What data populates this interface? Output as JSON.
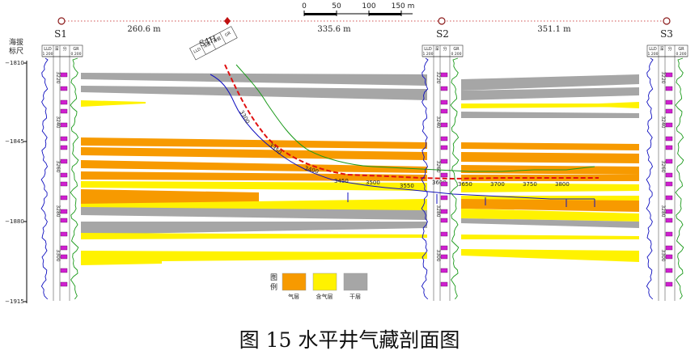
{
  "scale_bar": {
    "ticks": [
      "0",
      "50",
      "100",
      "150 m"
    ]
  },
  "wells": {
    "s1": "S1",
    "s2": "S2",
    "s3": "S3",
    "s4h": "S4H"
  },
  "distances": {
    "s1_to_s4h": "260.6 m",
    "s4h_to_s2": "335.6 m",
    "s2_to_s3": "351.1 m"
  },
  "track_headers": {
    "lld": "LLD",
    "lld_scale": "1 200",
    "depth": "深度",
    "layer": "分层",
    "gr": "GR",
    "gr_scale": "0 200"
  },
  "elevation_axis": {
    "title_line1": "海拔",
    "title_line2": "标尺",
    "ticks": [
      "−1810",
      "−1845",
      "−1880",
      "−1915"
    ]
  },
  "depth_labels": {
    "s1": [
      "3220",
      "3240",
      "3260",
      "3280",
      "3300"
    ],
    "s2": [
      "3220",
      "3240",
      "3260",
      "3280",
      "3300"
    ],
    "s3": [
      "3220",
      "3240",
      "3260",
      "3280",
      "3300"
    ]
  },
  "horizontal_depths": [
    "3300",
    "3350",
    "3400",
    "3450",
    "3500",
    "3550",
    "3600",
    "3650",
    "3700",
    "3750",
    "3800"
  ],
  "legend": {
    "title": "图例",
    "items": [
      {
        "label": "气层",
        "color": "#F79A00"
      },
      {
        "label": "含气层",
        "color": "#FFF200"
      },
      {
        "label": "干层",
        "color": "#A6A6A6"
      }
    ]
  },
  "colors": {
    "gas": "#F79A00",
    "gas_bearing": "#FFF200",
    "dry": "#A6A6A6",
    "lld_curve": "#1010C0",
    "gr_curve": "#1A9A1A",
    "trajectory": "#E01010",
    "layer_mark": "#D020D0"
  },
  "caption": "图 15  水平井气藏剖面图"
}
